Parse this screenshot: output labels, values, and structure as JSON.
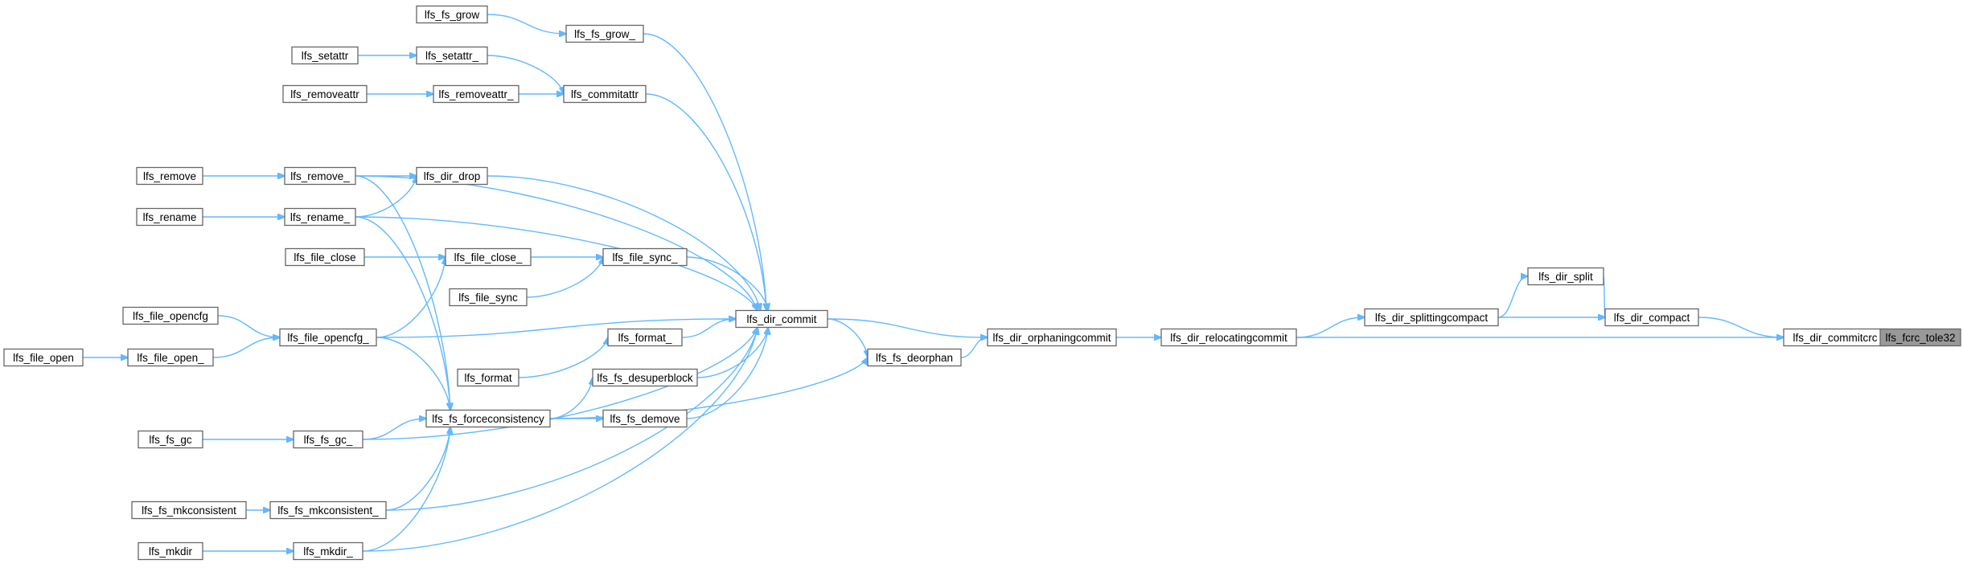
{
  "graph": {
    "root": "lfs_fcrc_tole32",
    "nodes": [
      {
        "id": "lfs_fs_grow",
        "label": "lfs_fs_grow"
      },
      {
        "id": "lfs_fs_grow_",
        "label": "lfs_fs_grow_"
      },
      {
        "id": "lfs_setattr",
        "label": "lfs_setattr"
      },
      {
        "id": "lfs_setattr_",
        "label": "lfs_setattr_"
      },
      {
        "id": "lfs_removeattr",
        "label": "lfs_removeattr"
      },
      {
        "id": "lfs_removeattr_",
        "label": "lfs_removeattr_"
      },
      {
        "id": "lfs_commitattr",
        "label": "lfs_commitattr"
      },
      {
        "id": "lfs_remove",
        "label": "lfs_remove"
      },
      {
        "id": "lfs_remove_",
        "label": "lfs_remove_"
      },
      {
        "id": "lfs_dir_drop",
        "label": "lfs_dir_drop"
      },
      {
        "id": "lfs_rename",
        "label": "lfs_rename"
      },
      {
        "id": "lfs_rename_",
        "label": "lfs_rename_"
      },
      {
        "id": "lfs_file_close",
        "label": "lfs_file_close"
      },
      {
        "id": "lfs_file_close_",
        "label": "lfs_file_close_"
      },
      {
        "id": "lfs_file_sync_",
        "label": "lfs_file_sync_"
      },
      {
        "id": "lfs_file_sync",
        "label": "lfs_file_sync"
      },
      {
        "id": "lfs_file_opencfg",
        "label": "lfs_file_opencfg"
      },
      {
        "id": "lfs_file_opencfg_",
        "label": "lfs_file_opencfg_"
      },
      {
        "id": "lfs_file_open",
        "label": "lfs_file_open"
      },
      {
        "id": "lfs_file_open_",
        "label": "lfs_file_open_"
      },
      {
        "id": "lfs_dir_commit",
        "label": "lfs_dir_commit"
      },
      {
        "id": "lfs_format_",
        "label": "lfs_format_"
      },
      {
        "id": "lfs_format",
        "label": "lfs_format"
      },
      {
        "id": "lfs_fs_desuperblock",
        "label": "lfs_fs_desuperblock"
      },
      {
        "id": "lfs_fs_forceconsistency",
        "label": "lfs_fs_forceconsistency"
      },
      {
        "id": "lfs_fs_demove",
        "label": "lfs_fs_demove"
      },
      {
        "id": "lfs_fs_gc",
        "label": "lfs_fs_gc"
      },
      {
        "id": "lfs_fs_gc_",
        "label": "lfs_fs_gc_"
      },
      {
        "id": "lfs_fs_mkconsistent",
        "label": "lfs_fs_mkconsistent"
      },
      {
        "id": "lfs_fs_mkconsistent_",
        "label": "lfs_fs_mkconsistent_"
      },
      {
        "id": "lfs_mkdir",
        "label": "lfs_mkdir"
      },
      {
        "id": "lfs_mkdir_",
        "label": "lfs_mkdir_"
      },
      {
        "id": "lfs_fs_deorphan",
        "label": "lfs_fs_deorphan"
      },
      {
        "id": "lfs_dir_orphaningcommit",
        "label": "lfs_dir_orphaningcommit"
      },
      {
        "id": "lfs_dir_relocatingcommit",
        "label": "lfs_dir_relocatingcommit"
      },
      {
        "id": "lfs_dir_splittingcompact",
        "label": "lfs_dir_splittingcompact"
      },
      {
        "id": "lfs_dir_split",
        "label": "lfs_dir_split"
      },
      {
        "id": "lfs_dir_compact",
        "label": "lfs_dir_compact"
      },
      {
        "id": "lfs_dir_commitcrc",
        "label": "lfs_dir_commitcrc"
      },
      {
        "id": "lfs_fcrc_tole32",
        "label": "lfs_fcrc_tole32"
      }
    ],
    "edges": [
      [
        "lfs_fs_grow",
        "lfs_fs_grow_"
      ],
      [
        "lfs_setattr",
        "lfs_setattr_"
      ],
      [
        "lfs_removeattr",
        "lfs_removeattr_"
      ],
      [
        "lfs_setattr_",
        "lfs_commitattr"
      ],
      [
        "lfs_removeattr_",
        "lfs_commitattr"
      ],
      [
        "lfs_remove",
        "lfs_remove_"
      ],
      [
        "lfs_rename",
        "lfs_rename_"
      ],
      [
        "lfs_remove_",
        "lfs_dir_drop"
      ],
      [
        "lfs_rename_",
        "lfs_dir_drop"
      ],
      [
        "lfs_file_close",
        "lfs_file_close_"
      ],
      [
        "lfs_file_close_",
        "lfs_file_sync_"
      ],
      [
        "lfs_file_sync",
        "lfs_file_sync_"
      ],
      [
        "lfs_file_opencfg",
        "lfs_file_opencfg_"
      ],
      [
        "lfs_file_open",
        "lfs_file_open_"
      ],
      [
        "lfs_file_open_",
        "lfs_file_opencfg_"
      ],
      [
        "lfs_file_opencfg_",
        "lfs_file_close_"
      ],
      [
        "lfs_format",
        "lfs_format_"
      ],
      [
        "lfs_fs_forceconsistency",
        "lfs_fs_desuperblock"
      ],
      [
        "lfs_fs_forceconsistency",
        "lfs_fs_demove"
      ],
      [
        "lfs_fs_forceconsistency",
        "lfs_fs_deorphan"
      ],
      [
        "lfs_remove_",
        "lfs_fs_forceconsistency"
      ],
      [
        "lfs_rename_",
        "lfs_fs_forceconsistency"
      ],
      [
        "lfs_file_opencfg_",
        "lfs_fs_forceconsistency"
      ],
      [
        "lfs_fs_gc_",
        "lfs_fs_forceconsistency"
      ],
      [
        "lfs_fs_mkconsistent_",
        "lfs_fs_forceconsistency"
      ],
      [
        "lfs_mkdir_",
        "lfs_fs_forceconsistency"
      ],
      [
        "lfs_fs_gc",
        "lfs_fs_gc_"
      ],
      [
        "lfs_fs_mkconsistent",
        "lfs_fs_mkconsistent_"
      ],
      [
        "lfs_mkdir",
        "lfs_mkdir_"
      ],
      [
        "lfs_fs_grow_",
        "lfs_dir_commit"
      ],
      [
        "lfs_commitattr",
        "lfs_dir_commit"
      ],
      [
        "lfs_remove_",
        "lfs_dir_commit"
      ],
      [
        "lfs_dir_drop",
        "lfs_dir_commit"
      ],
      [
        "lfs_rename_",
        "lfs_dir_commit"
      ],
      [
        "lfs_file_sync_",
        "lfs_dir_commit"
      ],
      [
        "lfs_file_opencfg_",
        "lfs_dir_commit"
      ],
      [
        "lfs_format_",
        "lfs_dir_commit"
      ],
      [
        "lfs_fs_desuperblock",
        "lfs_dir_commit"
      ],
      [
        "lfs_fs_demove",
        "lfs_dir_commit"
      ],
      [
        "lfs_fs_gc_",
        "lfs_dir_commit"
      ],
      [
        "lfs_fs_mkconsistent_",
        "lfs_dir_commit"
      ],
      [
        "lfs_mkdir_",
        "lfs_dir_commit"
      ],
      [
        "lfs_dir_commit",
        "lfs_fs_deorphan"
      ],
      [
        "lfs_dir_commit",
        "lfs_dir_orphaningcommit"
      ],
      [
        "lfs_fs_deorphan",
        "lfs_dir_orphaningcommit"
      ],
      [
        "lfs_dir_orphaningcommit",
        "lfs_dir_relocatingcommit"
      ],
      [
        "lfs_dir_relocatingcommit",
        "lfs_dir_splittingcompact"
      ],
      [
        "lfs_dir_relocatingcommit",
        "lfs_dir_commitcrc"
      ],
      [
        "lfs_dir_splittingcompact",
        "lfs_dir_split"
      ],
      [
        "lfs_dir_splittingcompact",
        "lfs_dir_compact"
      ],
      [
        "lfs_dir_split",
        "lfs_dir_compact"
      ],
      [
        "lfs_dir_compact",
        "lfs_dir_commitcrc"
      ],
      [
        "lfs_dir_commitcrc",
        "lfs_fcrc_tole32"
      ]
    ]
  },
  "colors": {
    "edge": "#63b8ff",
    "node_border": "#666666",
    "node_fill": "#ffffff",
    "root_fill": "#999999"
  }
}
